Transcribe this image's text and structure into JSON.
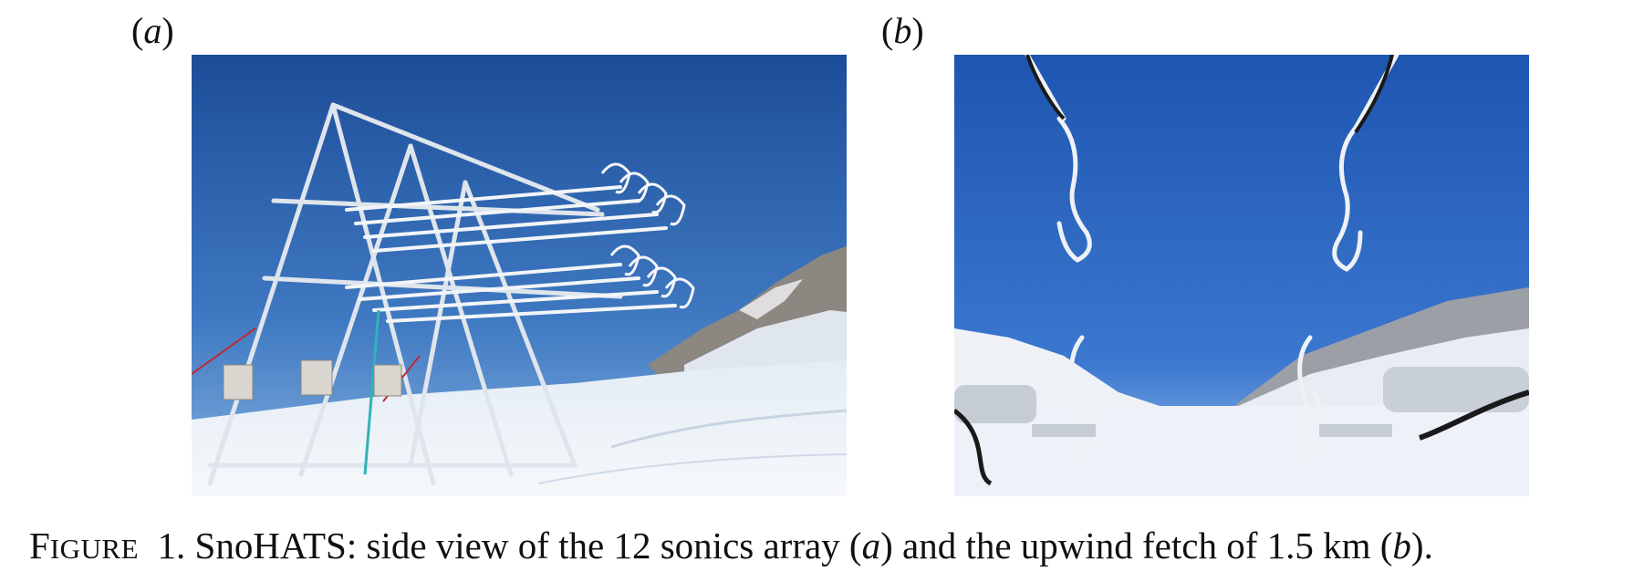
{
  "panels": {
    "a": {
      "label_open": "(",
      "label_letter": "a",
      "label_close": ")"
    },
    "b": {
      "label_open": "(",
      "label_letter": "b",
      "label_close": ")"
    }
  },
  "caption": {
    "figure_word_first": "F",
    "figure_word_rest": "IGURE",
    "figure_number": "1.",
    "text_before_a": "SnoHATS: side view of the 12 sonics array (",
    "italic_a": "a",
    "text_between": ") and the upwind fetch of 1.5 km (",
    "italic_b": "b",
    "text_end": ")."
  },
  "colors": {
    "sky_top": "#1f4f9a",
    "sky_bottom": "#6a9fd8",
    "snow": "#eef3f8",
    "metal": "#dfe5ec"
  }
}
